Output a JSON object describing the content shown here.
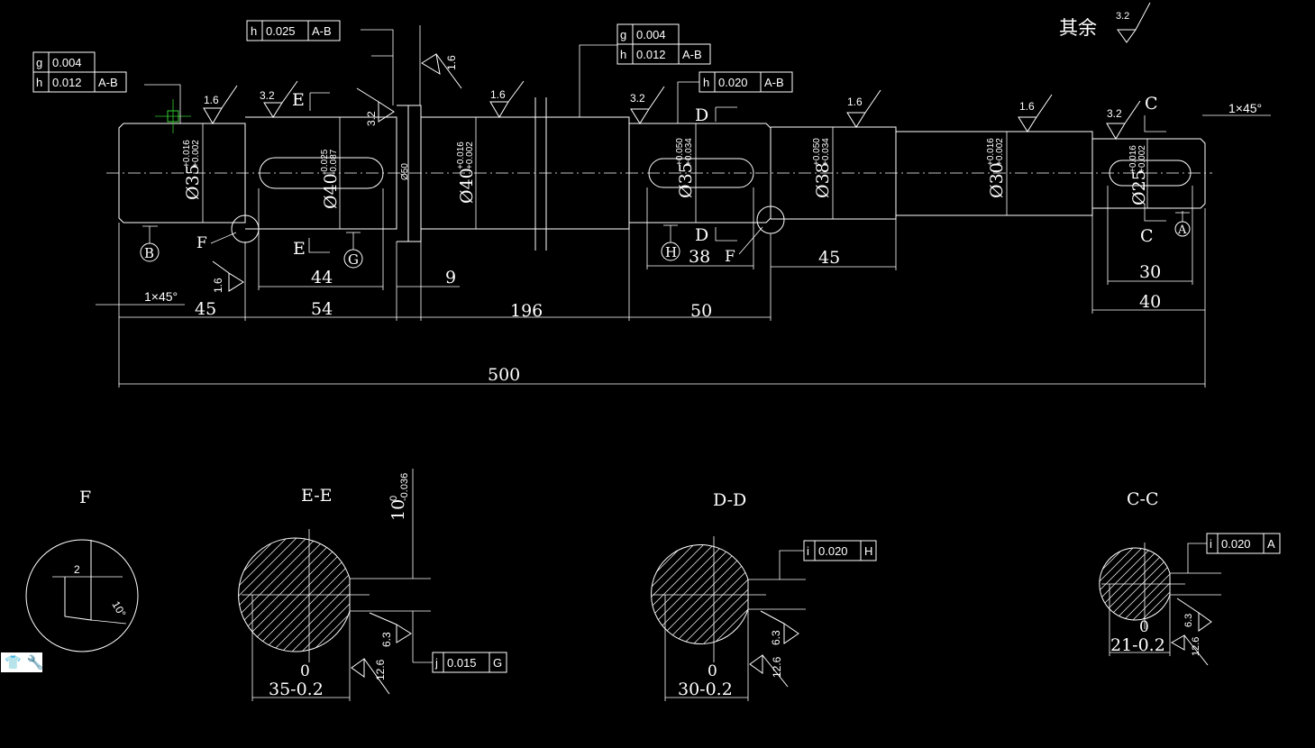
{
  "labels": {
    "rest_roughness": "其余",
    "view_F": "F",
    "view_EE": "E-E",
    "view_DD": "D-D",
    "view_CC": "C-C"
  },
  "roughness": [
    "1.6",
    "3.2",
    "1.6",
    "3.2",
    "3.2",
    "1.6",
    "3.2",
    "1.6",
    "1.6",
    "1.6",
    "3.2",
    "6.3",
    "12.6",
    "6.3",
    "12.6",
    "6.3",
    "12.6"
  ],
  "tolerances": {
    "g_box_left": {
      "sym": "g",
      "val": "0.004"
    },
    "h_box_left": {
      "sym": "h",
      "val": "0.012",
      "ref": "A-B"
    },
    "h_top": {
      "sym": "h",
      "val": "0.025",
      "ref": "A-B"
    },
    "g_mid": {
      "sym": "g",
      "val": "0.004"
    },
    "h_mid": {
      "sym": "h",
      "val": "0.012",
      "ref": "A-B"
    },
    "h_right": {
      "sym": "h",
      "val": "0.020",
      "ref": "A-B"
    },
    "i_DD": {
      "sym": "i",
      "val": "0.020",
      "ref": "H"
    },
    "i_CC": {
      "sym": "i",
      "val": "0.020",
      "ref": "A"
    },
    "j_EE": {
      "sym": "j",
      "val": "0.015",
      "ref": "G"
    }
  },
  "section_letters": [
    "E",
    "E",
    "D",
    "D",
    "C",
    "C",
    "F",
    "F"
  ],
  "datums": [
    "B",
    "G",
    "H",
    "A"
  ],
  "diameters": {
    "d35_left": {
      "main": "Ø35",
      "up": "+0.016",
      "low": "+0.002"
    },
    "d40_key": {
      "main": "Ø40",
      "up": "-0.025",
      "low": "-0.087"
    },
    "d50": {
      "main": "Ø50"
    },
    "d40_mid": {
      "main": "Ø40",
      "up": "+0.016",
      "low": "+0.002"
    },
    "d35_right": {
      "main": "Ø35",
      "up": "+0.050",
      "low": "+0.034"
    },
    "d38": {
      "main": "Ø38",
      "up": "+0.050",
      "low": "+0.034"
    },
    "d30": {
      "main": "Ø30",
      "up": "+0.016",
      "low": "+0.002"
    },
    "d25": {
      "main": "Ø25",
      "up": "+0.016",
      "low": "+0.002"
    }
  },
  "dimensions": {
    "chamfer_left": "1×45°",
    "chamfer_right": "1×45°",
    "d45a": "45",
    "d54": "54",
    "d44": "44",
    "d9": "9",
    "d196": "196",
    "d50": "50",
    "d38": "38",
    "d45b": "45",
    "d30": "30",
    "d40": "40",
    "d500": "500",
    "f_2": "2",
    "f_10": "10°",
    "ee_width": "10",
    "ee_width_tol_up": "0",
    "ee_width_tol_low": "-0.036",
    "ee_depth": "35-0.2",
    "ee_depth_tol": "0",
    "dd_depth": "30-0.2",
    "dd_depth_tol": "0",
    "cc_depth": "21-0.2",
    "cc_depth_tol": "0"
  },
  "toolbar": {
    "shirt_icon": "👕",
    "wrench_icon": "🔧"
  }
}
